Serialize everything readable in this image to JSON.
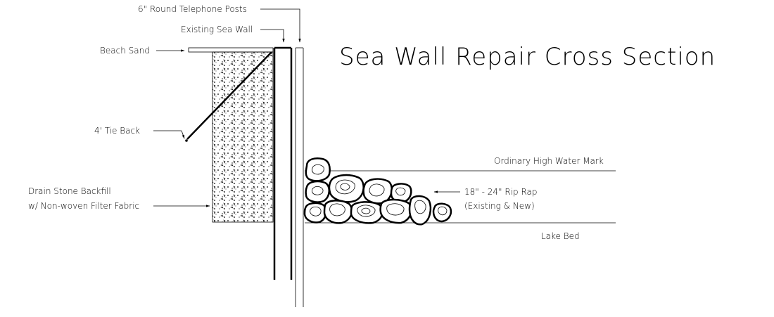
{
  "diagram": {
    "title": "Sea Wall Repair Cross Section",
    "labels": {
      "telephone_posts": "6\" Round Telephone Posts",
      "existing_sea_wall": "Existing Sea Wall",
      "beach_sand": "Beach Sand",
      "tie_back": "4' Tie Back",
      "drain_stone_line1": "Drain Stone Backfill",
      "drain_stone_line2": "w/ Non-woven Filter Fabric",
      "high_water_mark": "Ordinary High Water Mark",
      "rip_rap_line1": "18\" - 24\" Rip Rap",
      "rip_rap_line2": "(Existing & New)",
      "lake_bed": "Lake Bed"
    },
    "colors": {
      "line": "#000000",
      "background": "#ffffff"
    }
  }
}
